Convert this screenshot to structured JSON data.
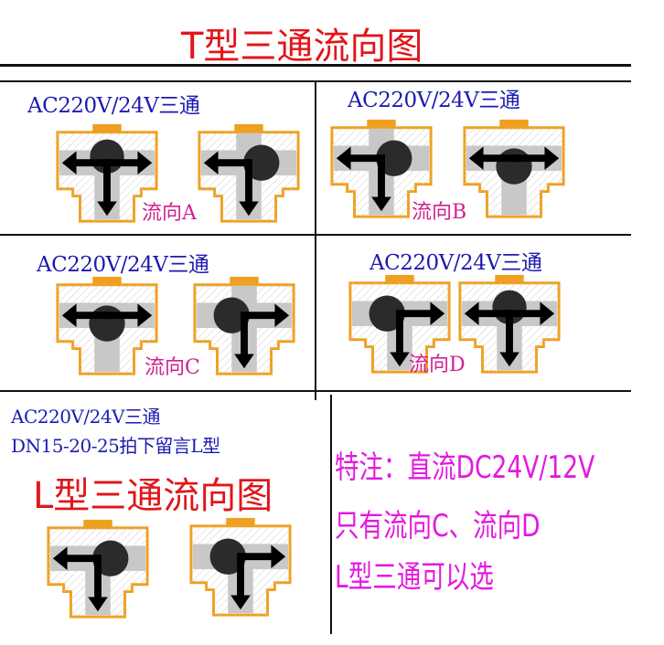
{
  "title": "T型三通流向图",
  "cells": [
    {
      "spec": "AC220V/24V三通",
      "flow_label": "流向A",
      "valves": [
        {
          "flow": [
            "left",
            "right",
            "down"
          ]
        },
        {
          "flow": [
            "left",
            "down"
          ],
          "top_channel": true
        }
      ]
    },
    {
      "spec": "AC220V/24V三通",
      "flow_label": "流向B",
      "valves": [
        {
          "flow": [
            "left",
            "down"
          ],
          "top_channel": true
        },
        {
          "flow": [
            "left",
            "right"
          ]
        }
      ]
    },
    {
      "spec": "AC220V/24V三通",
      "flow_label": "流向C",
      "valves": [
        {
          "flow": [
            "left",
            "right"
          ]
        },
        {
          "flow": [
            "right",
            "down"
          ],
          "top_channel": true
        }
      ]
    },
    {
      "spec": "AC220V/24V三通",
      "flow_label": "流向D",
      "valves": [
        {
          "flow": [
            "right",
            "down"
          ]
        },
        {
          "flow": [
            "left",
            "right",
            "down"
          ]
        }
      ]
    }
  ],
  "l_type": {
    "spec_line1": "AC220V/24V三通",
    "spec_line2": "DN15-20-25拍下留言L型",
    "title": "L型三通流向图",
    "valves": [
      {
        "flow": [
          "left",
          "down"
        ]
      },
      {
        "flow": [
          "right",
          "down"
        ]
      }
    ]
  },
  "note": {
    "line1": "特注：直流DC24V/12V",
    "line2": "只有流向C、流向D",
    "line3": "L型三通可以选"
  },
  "colors": {
    "title": "#e0161b",
    "spec": "#1b1bb0",
    "flow_label": "#d0208f",
    "note": "#e419e0",
    "valve_outline": "#f0a020"
  }
}
